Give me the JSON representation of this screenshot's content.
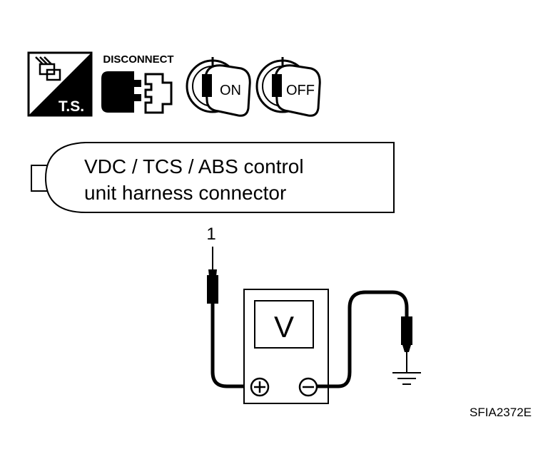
{
  "icons": {
    "ts_label": "T.S.",
    "disconnect_label": "DISCONNECT",
    "ignition_on_label": "ON",
    "ignition_off_label": "OFF"
  },
  "connector": {
    "line1": "VDC / TCS / ABS control",
    "line2": "unit harness connector",
    "terminal": "1"
  },
  "meter": {
    "unit_label": "V"
  },
  "figure_code": "SFIA2372E"
}
